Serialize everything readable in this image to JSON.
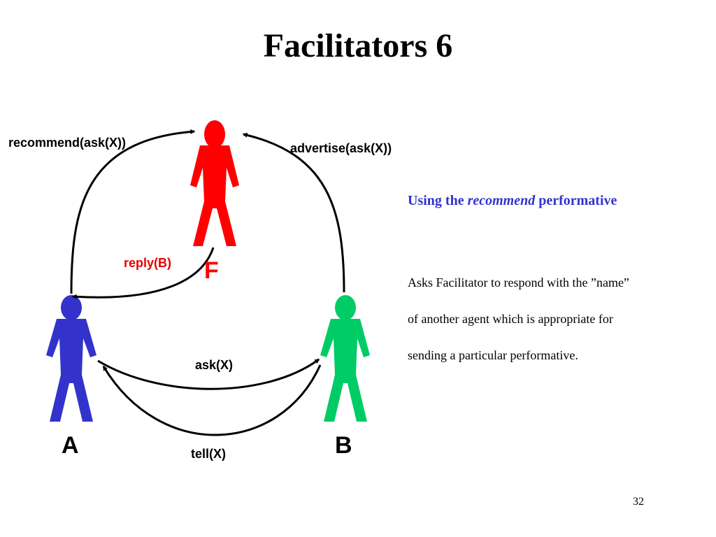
{
  "slide": {
    "title": "Facilitators 6",
    "page_number": "32"
  },
  "agents": {
    "facilitator": {
      "label": "F",
      "color": "#ff0000"
    },
    "a": {
      "label": "A",
      "color": "#3333cc"
    },
    "b": {
      "label": "B",
      "color": "#00cc66"
    }
  },
  "messages": {
    "recommend": "recommend(ask(X))",
    "advertise": "advertise(ask(X))",
    "reply": "reply(B)",
    "ask": "ask(X)",
    "tell": "tell(X)"
  },
  "colors": {
    "reply_label": "#e60000",
    "subtitle": "#3333cc",
    "arrows": "#000000"
  },
  "text_panel": {
    "subtitle_prefix": "Using the",
    "subtitle_emphasis": "recommend",
    "subtitle_suffix": "performative",
    "description_lines": [
      "Asks Facilitator to respond with the ”name”",
      "of another agent which is appropriate for",
      "sending a particular performative."
    ]
  }
}
